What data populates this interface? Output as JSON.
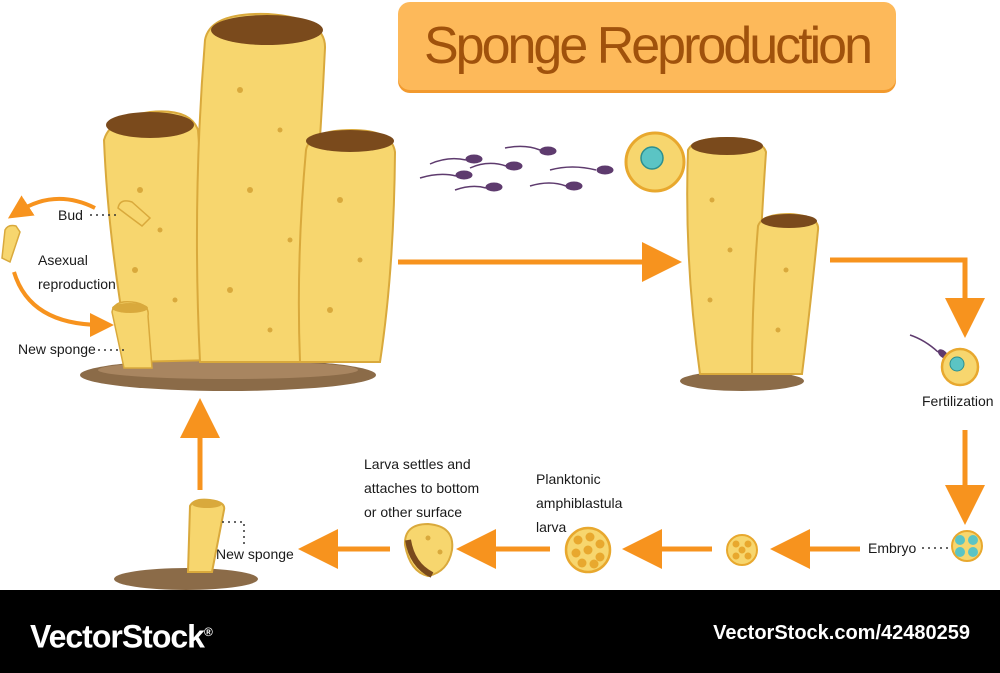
{
  "title": "Sponge Reproduction",
  "labels": {
    "bud": "Bud",
    "asexual": [
      "Asexual",
      "reproduction"
    ],
    "new_sponge_top": "New sponge",
    "fertilization": "Fertilization",
    "embryo": "Embryo",
    "planktonic": [
      "Planktonic",
      "amphiblastula",
      "larva"
    ],
    "larva_settles": [
      "Larva settles and",
      "attaches to bottom",
      "or other surface"
    ],
    "new_sponge_bottom": "New sponge"
  },
  "footer": {
    "brand": "VectorStock",
    "registered": "®",
    "url": "VectorStock.com/42480259"
  },
  "colors": {
    "sponge": "#f7d66e",
    "sponge_dark": "#d9a93c",
    "arrow": "#f7931e",
    "title_bg": "#fdb95a",
    "title_text": "#a0520c",
    "sperm": "#5e3b6e",
    "ground": "#8b6b48"
  },
  "icons": [
    "sponge-colony-icon",
    "sperm-icon",
    "egg-cell-icon",
    "embryo-icon",
    "larva-icon",
    "arrow-icon",
    "rock-ground-icon",
    "bud-icon"
  ]
}
